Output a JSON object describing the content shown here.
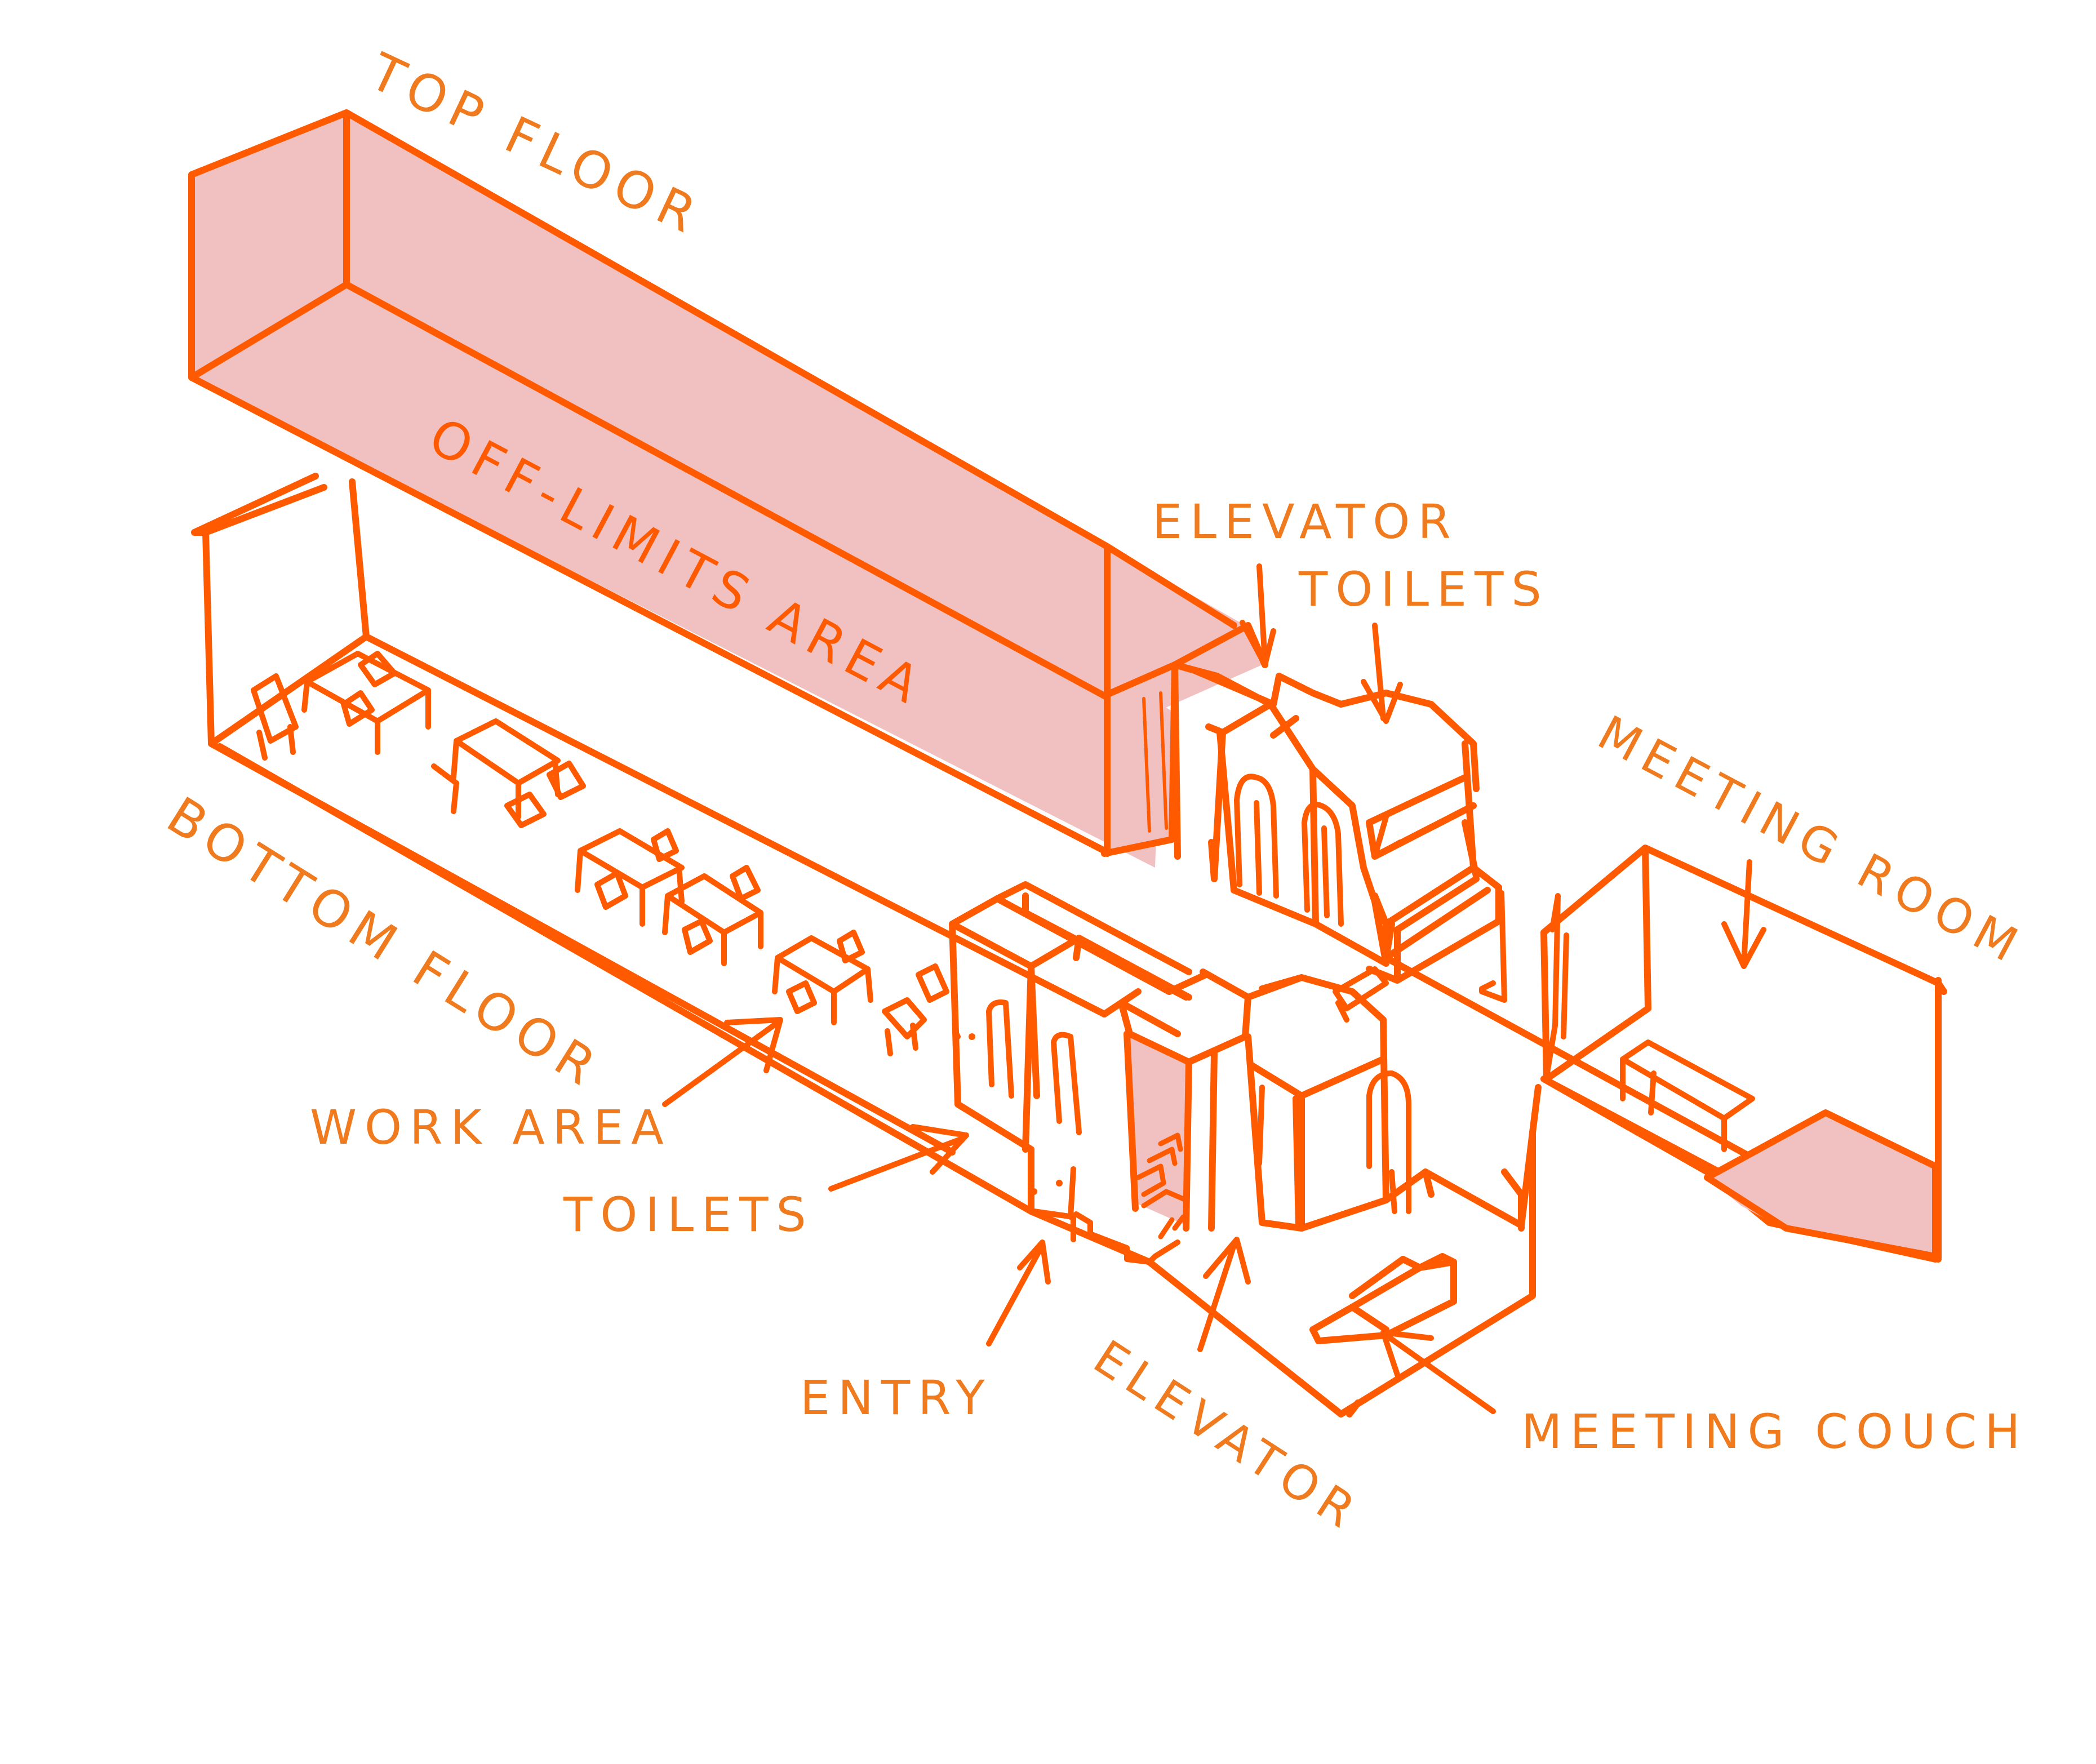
{
  "diagram": {
    "colors": {
      "ink": "#ff5a00",
      "label": "#f07a1e",
      "fill": "#f1c1c1",
      "background": "#ffffff"
    },
    "floors": {
      "top": "TOP FLOOR",
      "bottom": "BOTTOM FLOOR"
    },
    "labels": {
      "off_limits": "OFF-LIMITS AREA",
      "elevator_top": "ELEVATOR",
      "toilets_top": "TOILETS",
      "meeting_room": "MEETING ROOM",
      "work_area": "WORK AREA",
      "toilets_bottom": "TOILETS",
      "entry": "ENTRY",
      "elevator_bottom": "ELEVATOR",
      "meeting_couch": "MEETING COUCH"
    }
  }
}
